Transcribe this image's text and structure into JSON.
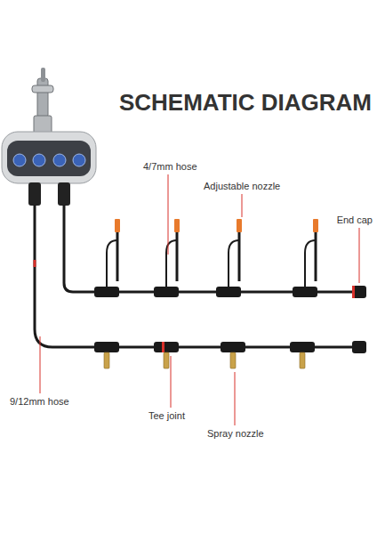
{
  "diagram": {
    "title": "SCHEMATIC DIAGRAM",
    "labels": [
      "4/7mm hose",
      "Adjustable nozzle",
      "End cap",
      "9/12mm hose",
      "Tee joint",
      "Spray nozzle"
    ]
  }
}
